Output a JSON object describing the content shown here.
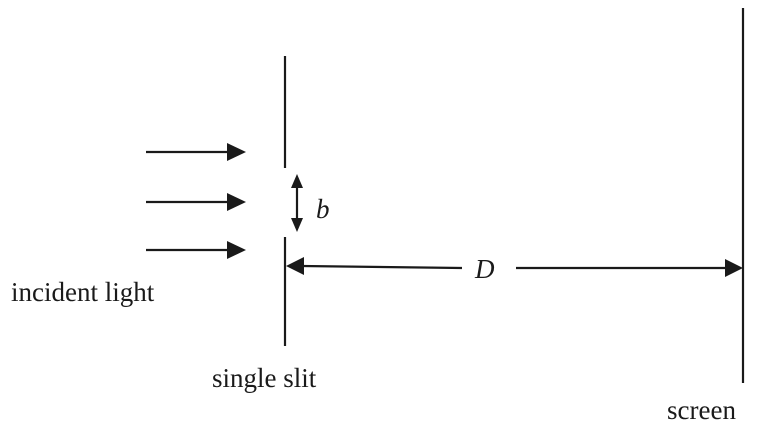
{
  "labels": {
    "incident_light": "incident light",
    "single_slit": "single slit",
    "screen": "screen",
    "slit_width": "b",
    "distance": "D"
  },
  "colors": {
    "ink": "#1a1a1a",
    "background": "#ffffff"
  }
}
